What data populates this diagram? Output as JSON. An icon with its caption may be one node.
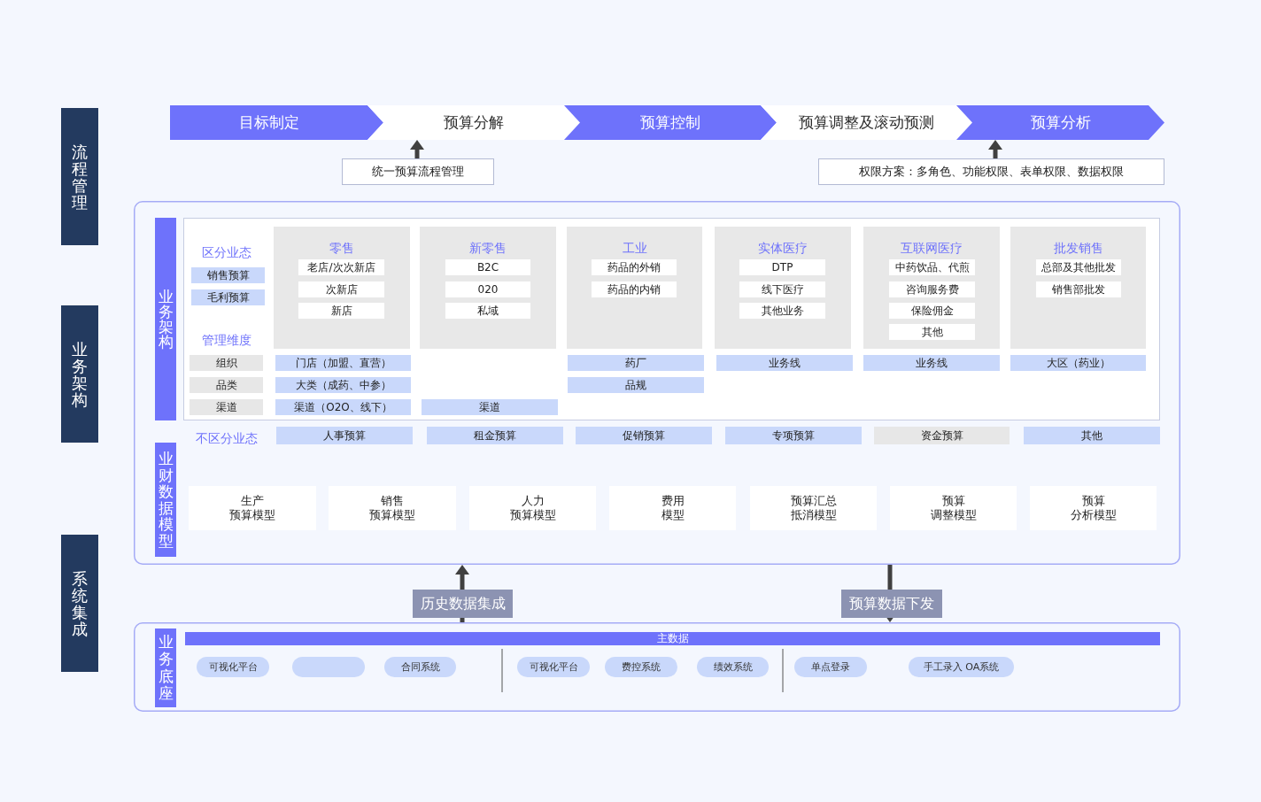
{
  "diagram": {
    "nodes": [
      {
        "text": [
          "流程管理"
        ]
      },
      {
        "text": [
          "业务架构"
        ]
      },
      {
        "text": [
          "系统集成"
        ]
      },
      {
        "text": [
          "目标制定"
        ]
      },
      {
        "text": [
          "预算分解"
        ]
      },
      {
        "text": [
          "预算控制"
        ]
      },
      {
        "text": [
          "预算调整及滚动预测"
        ]
      },
      {
        "text": [
          "预算分析"
        ]
      },
      {
        "text": [
          "统一预算流程管理"
        ]
      },
      {
        "text": [
          "权限方案：多角色、功能权限、表单权限、数据权限"
        ]
      },
      {
        "text": [],
        "shape": "box"
      },
      {
        "text": [
          "业务架构"
        ],
        "in": 10
      },
      {
        "text": [],
        "shape": "box",
        "in": 10
      },
      {
        "text": [
          "销售预算"
        ],
        "in": 12
      },
      {
        "text": [
          "毛利预算"
        ],
        "in": 12
      },
      {
        "text": [
          "组织"
        ],
        "in": 12
      },
      {
        "text": [
          "品类"
        ],
        "in": 12
      },
      {
        "text": [
          "渠道"
        ],
        "in": 12
      },
      {
        "text": [
          "零售"
        ],
        "in": 12
      },
      {
        "text": [
          "老店/次次新店"
        ],
        "in": 18
      },
      {
        "text": [
          "次新店"
        ],
        "in": 18
      },
      {
        "text": [
          "新店"
        ],
        "in": 18
      },
      {
        "text": [
          "新零售"
        ],
        "in": 12
      },
      {
        "text": [
          "B2C"
        ],
        "in": 22
      },
      {
        "text": [
          "020"
        ],
        "in": 22
      },
      {
        "text": [
          "私域"
        ],
        "in": 22
      },
      {
        "text": [
          "工业"
        ],
        "in": 12
      },
      {
        "text": [
          "药品的外销"
        ],
        "in": 26
      },
      {
        "text": [
          "药品的内销"
        ],
        "in": 26
      },
      {
        "text": [
          "实体医疗"
        ],
        "in": 12
      },
      {
        "text": [
          "DTP"
        ],
        "in": 29
      },
      {
        "text": [
          "线下医疗"
        ],
        "in": 29
      },
      {
        "text": [
          "其他业务"
        ],
        "in": 29
      },
      {
        "text": [
          "互联网医疗"
        ],
        "in": 12
      },
      {
        "text": [
          "中药饮品、代煎"
        ],
        "in": 33
      },
      {
        "text": [
          "咨询服务费"
        ],
        "in": 33
      },
      {
        "text": [
          "保险佣金"
        ],
        "in": 33
      },
      {
        "text": [
          "其他"
        ],
        "in": 33
      },
      {
        "text": [
          "批发销售"
        ],
        "in": 12
      },
      {
        "text": [
          "总部及其他批发"
        ],
        "in": 38
      },
      {
        "text": [
          "销售部批发"
        ],
        "in": 38
      },
      {
        "text": [
          "门店（加盟、直营）"
        ],
        "in": 12
      },
      {
        "text": [
          "大类（成药、中参）"
        ],
        "in": 12
      },
      {
        "text": [
          "渠道（O2O、线下）"
        ],
        "in": 12
      },
      {
        "text": [
          "渠道"
        ],
        "in": 12
      },
      {
        "text": [
          "药厂"
        ],
        "in": 12
      },
      {
        "text": [
          "品规"
        ],
        "in": 12
      },
      {
        "text": [
          "业务线"
        ],
        "in": 12
      },
      {
        "text": [
          "业务线"
        ],
        "in": 12
      },
      {
        "text": [
          "大区（药业）"
        ],
        "in": 12
      },
      {
        "text": [
          "人事预算"
        ],
        "in": 10
      },
      {
        "text": [
          "租金预算"
        ],
        "in": 10
      },
      {
        "text": [
          "促销预算"
        ],
        "in": 10
      },
      {
        "text": [
          "专项预算"
        ],
        "in": 10
      },
      {
        "text": [
          "资金预算"
        ],
        "in": 10
      },
      {
        "text": [
          "其他"
        ],
        "in": 10
      },
      {
        "text": [
          "业财数据模型"
        ],
        "in": 10
      },
      {
        "text": [
          "生产预算模型"
        ],
        "in": 10
      },
      {
        "text": [
          "销售预算模型"
        ],
        "in": 10
      },
      {
        "text": [
          "人力预算模型"
        ],
        "in": 10
      },
      {
        "text": [
          "费用模型"
        ],
        "in": 10
      },
      {
        "text": [
          "预算汇总抵消模型"
        ],
        "in": 10
      },
      {
        "text": [
          "预算调整模型"
        ],
        "in": 10
      },
      {
        "text": [
          "预算分析模型"
        ],
        "in": 10
      },
      {
        "text": [],
        "shape": "box"
      },
      {
        "text": [
          "业务底座"
        ],
        "in": 64
      },
      {
        "text": [
          "主数据"
        ],
        "in": 64
      },
      {
        "text": [
          "可视化平台"
        ],
        "in": 64
      },
      {
        "text": [],
        "shape": "box",
        "in": 64
      },
      {
        "text": [
          "合同系统"
        ],
        "in": 64
      },
      {
        "text": [
          "可视化平台"
        ],
        "in": 64
      },
      {
        "text": [
          "费控系统"
        ],
        "in": 64
      },
      {
        "text": [
          "绩效系统"
        ],
        "in": 64
      },
      {
        "text": [
          "单点登录"
        ],
        "in": 64
      },
      {
        "text": [
          "手工录入 OA系统"
        ],
        "in": 64
      }
    ],
    "edges": [
      {
        "from": 8,
        "to": 4,
        "arrow": "to"
      },
      {
        "from": 9,
        "to": 7,
        "arrow": "to"
      },
      {
        "from": 64,
        "to": 10,
        "arrow": "to",
        "label": "历史数据集成"
      },
      {
        "from": 10,
        "to": 64,
        "arrow": "to",
        "label": "预算数据下发"
      }
    ],
    "labels": [
      "区分业态",
      "管理维度",
      "不区分业态"
    ]
  }
}
